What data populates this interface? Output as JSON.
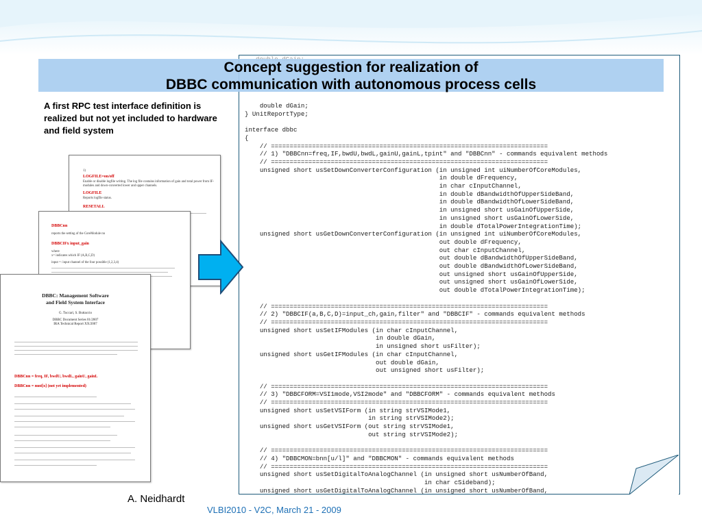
{
  "slide": {
    "title_line1": "Concept suggestion for realization of",
    "title_line2": "DBBC communication with autonomous process cells",
    "intro_text": "A first RPC test interface definition is realized but not yet included to hardware and field system",
    "author": "A. Neidhardt",
    "footer": "VLBI2010 - V2C, March 21 - 2009"
  },
  "code": {
    "hidden_top": "double dGain;",
    "text": "    double dGain;\n} UnitReportType;\n\ninterface dbbc\n{\n    // ==========================================================================\n    // 1) \"DBBCnn=freq,IF,bwdU,bwdL,gainU,gainL,tpint\" and \"DBBCnn\" - commands equivalent methods\n    // ==========================================================================\n    unsigned short usSetDownConverterConfiguration (in unsigned int uiNumberOfCoreModules,\n                                                    in double dFrequency,\n                                                    in char cInputChannel,\n                                                    in double dBandwidthOfUpperSideBand,\n                                                    in double dBandwidthOfLowerSideBand,\n                                                    in unsigned short usGainOfUpperSide,\n                                                    in unsigned short usGainOfLowerSide,\n                                                    in double dTotalPowerIntegrationTime);\n    unsigned short usGetDownConverterConfiguration (in unsigned int uiNumberOfCoreModules,\n                                                    out double dFrequency,\n                                                    out char cInputChannel,\n                                                    out double dBandwidthOfUpperSideBand,\n                                                    out double dBandwidthOfLowerSideBand,\n                                                    out unsigned short usGainOfUpperSide,\n                                                    out unsigned short usGainOfLowerSide,\n                                                    out double dTotalPowerIntegrationTime);\n\n    // ==========================================================================\n    // 2) \"DBBCIF(a,B,C,D)=input_ch,gain,filter\" and \"DBBCIF\" - commands equivalent methods\n    // ==========================================================================\n    unsigned short usSetIFModules (in char cInputChannel,\n                                   in double dGain,\n                                   in unsigned short usFilter);\n    unsigned short usGetIFModules (in char cInputChannel,\n                                   out double dGain,\n                                   out unsigned short usFilter);\n\n    // ==========================================================================\n    // 3) \"DBBCFORM=VSI1mode,VSI2mode\" and \"DBBCFORM\" - commands equivalent methods\n    // ==========================================================================\n    unsigned short usSetVSIForm (in string strVSIMode1,\n                                 in string strVSIMode2);\n    unsigned short usGetVSIForm (out string strVSIMode1,\n                                 out string strVSIMode2);\n\n    // ==========================================================================\n    // 4) \"DBBCMON=bnn[u/l]\" and \"DBBCMON\" - commands equivalent methods\n    // ==========================================================================\n    unsigned short usSetDigitalToAnalogChannel (in unsigned short usNumberOfBand,\n                                                in char cSideband);\n    unsigned short usGetDigitalToAnalogChannel (in unsigned short usNumberOfBand,\n                                                out char cSideband);"
  },
  "docs": {
    "doc1": {
      "red1": "LOGFILE=on/off",
      "line1": "Enable or disable logfile writing. The log file contains information of gain and total power from IF-",
      "line2": "modules and down-converted lower and upper channels.",
      "red2": "LOGFILE",
      "line3": "Reports logfile status.",
      "red3": "RESETALL"
    },
    "doc2": {
      "red1": "DBBCnn",
      "line1": "reports the setting of the CoreModule nn",
      "red2": "DBBCIFx  input_gain",
      "line2": "where",
      "line3": "x= indicates which IF (A,B,C,D)",
      "line4": "input =: input channel of the four possible (1,2,3,4)"
    },
    "doc3": {
      "heading1": "DBBC: Management Software",
      "heading2": "and Field System Interface",
      "authors": "G. Tuccari, S. Buttaccio",
      "series": "DBBC Document Series 01/2007",
      "report": "IRA Technical Report XX/2007",
      "red1": "DBBCnn = freq, IF, bwdU, bwdL, gainU, gainL",
      "red2": "DBBCnn = mnt[x] (not yet implemented)"
    }
  },
  "colors": {
    "title_band": "#a8cdf0",
    "footer_text": "#1c6fb5",
    "arrow_fill": "#00b0f0",
    "arrow_stroke": "#1f4e79"
  }
}
